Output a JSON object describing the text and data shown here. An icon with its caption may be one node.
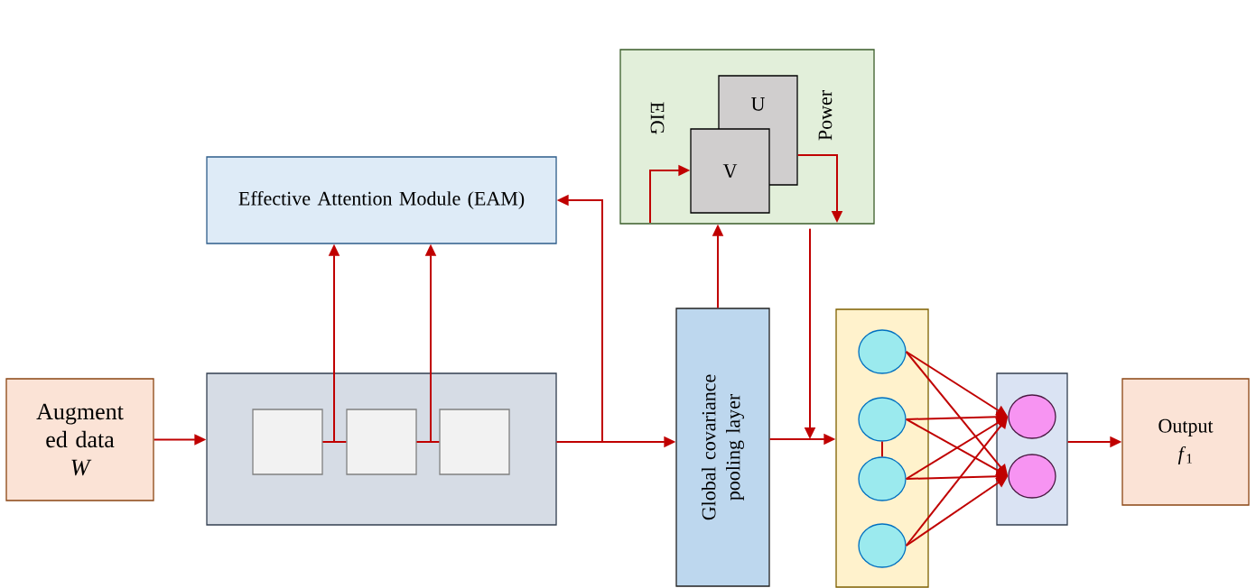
{
  "diagram": {
    "nodes": [
      {
        "text": [
          "Augment ed data",
          "W"
        ]
      },
      {
        "text": [
          "Effective Attention Module (EAM)"
        ]
      },
      {
        "text": [],
        "shape": "box"
      },
      {
        "text": [],
        "shape": "box",
        "in": 2
      },
      {
        "text": [],
        "shape": "box",
        "in": 2
      },
      {
        "text": [],
        "shape": "box",
        "in": 2
      },
      {
        "text": [
          "EIG",
          "Power"
        ]
      },
      {
        "text": [
          "U"
        ],
        "in": 6
      },
      {
        "text": [
          "Λ"
        ],
        "in": 6
      },
      {
        "text": [
          "Global covariance pooling layer"
        ]
      },
      {
        "text": [],
        "shape": "box"
      },
      {
        "text": [],
        "shape": "circle",
        "in": 10
      },
      {
        "text": [],
        "shape": "circle",
        "in": 10
      },
      {
        "text": [],
        "shape": "circle",
        "in": 10
      },
      {
        "text": [],
        "shape": "circle",
        "in": 10
      },
      {
        "text": [],
        "shape": "box"
      },
      {
        "text": [],
        "shape": "circle",
        "in": 15
      },
      {
        "text": [],
        "shape": "circle",
        "in": 15
      },
      {
        "text": [
          "Output",
          "*f*$_{1}$"
        ]
      }
    ],
    "edges": [
      {
        "from": 0,
        "to": 2,
        "arrow": "to"
      },
      {
        "from": 3,
        "to": 4,
        "arrow": "none"
      },
      {
        "from": 4,
        "to": 5,
        "arrow": "none"
      },
      {
        "from": 3,
        "to": 1,
        "arrow": "to"
      },
      {
        "from": 4,
        "to": 1,
        "arrow": "to"
      },
      {
        "from": 2,
        "to": 9,
        "arrow": "to"
      },
      {
        "from": 2,
        "to": 1,
        "arrow": "to"
      },
      {
        "from": 9,
        "to": 6,
        "arrow": "to"
      },
      {
        "from": null,
        "to": 8,
        "arrow": "to"
      },
      {
        "from": 7,
        "to": null,
        "arrow": "to"
      },
      {
        "from": 6,
        "to": 10,
        "arrow": "to"
      },
      {
        "from": 9,
        "to": 10,
        "arrow": "to"
      },
      {
        "from": 12,
        "to": 13,
        "arrow": "none"
      },
      {
        "from": 11,
        "to": 16,
        "arrow": "to"
      },
      {
        "from": 11,
        "to": 17,
        "arrow": "to"
      },
      {
        "from": 12,
        "to": 16,
        "arrow": "to"
      },
      {
        "from": 12,
        "to": 17,
        "arrow": "to"
      },
      {
        "from": 13,
        "to": 16,
        "arrow": "to"
      },
      {
        "from": 13,
        "to": 17,
        "arrow": "to"
      },
      {
        "from": 14,
        "to": 16,
        "arrow": "to"
      },
      {
        "from": 14,
        "to": 17,
        "arrow": "to"
      },
      {
        "from": 15,
        "to": 18,
        "arrow": "to"
      }
    ]
  }
}
